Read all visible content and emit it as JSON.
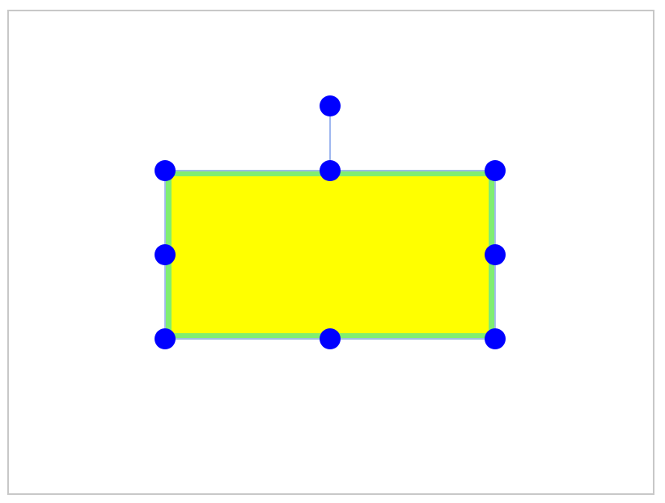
{
  "canvas": {
    "background": "#ffffff",
    "border_color": "#c8c8c8"
  },
  "shape": {
    "type": "rectangle",
    "fill": "#ffff00",
    "stroke": "#80ee70",
    "selected": true
  },
  "selection": {
    "outline_color": "#a0b8f0",
    "handle_color": "#0000ff",
    "handles": [
      "top-left",
      "top-center",
      "top-right",
      "middle-left",
      "middle-right",
      "bottom-left",
      "bottom-center",
      "bottom-right"
    ],
    "rotate_handle": "rotate-handle"
  }
}
